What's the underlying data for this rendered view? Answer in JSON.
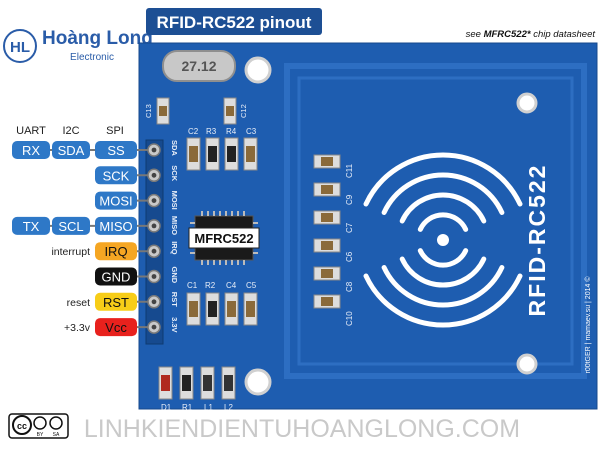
{
  "logo": {
    "company": "Hoàng Long",
    "subtitle": "Electronic",
    "monogram": "HL"
  },
  "header": {
    "title": "RFID-RC522 pinout",
    "datasheet_prefix": "see ",
    "datasheet_chip": "MFRC522*",
    "datasheet_suffix": " chip datasheet"
  },
  "columns": {
    "uart": "UART",
    "i2c": "I2C",
    "spi": "SPI"
  },
  "pins": [
    {
      "uart": "RX",
      "i2c": "SDA",
      "spi": "SS",
      "silk": "SDA",
      "style": "blue"
    },
    {
      "spi": "SCK",
      "silk": "SCK",
      "style": "blue"
    },
    {
      "spi": "MOSI",
      "silk": "MOSI",
      "style": "blue"
    },
    {
      "uart": "TX",
      "i2c": "SCL",
      "spi": "MISO",
      "silk": "MISO",
      "style": "blue"
    },
    {
      "note": "interrupt",
      "spi": "IRQ",
      "silk": "IRQ",
      "style": "orange"
    },
    {
      "spi": "GND",
      "silk": "GND",
      "style": "black"
    },
    {
      "note": "reset",
      "spi": "RST",
      "silk": "RST",
      "style": "yellow"
    },
    {
      "note": "+3.3v",
      "spi": "Vcc",
      "silk": "3.3V",
      "style": "red"
    }
  ],
  "board": {
    "chip_label": "MFRC522",
    "antenna_label": "RFID-RC522",
    "crystal_label": "27.12",
    "components": {
      "c13": "C13",
      "c12": "C12",
      "c2": "C2",
      "r3": "R3",
      "r4": "R4",
      "c3": "C3",
      "c1": "C1",
      "r2": "R2",
      "c4": "C4",
      "c5": "C5",
      "d1": "D1",
      "r1": "R1",
      "l1": "L1",
      "l2": "L2",
      "c11": "C11",
      "c9": "C9",
      "c7": "C7",
      "c6": "C6",
      "c8": "C8",
      "c10": "C10"
    },
    "vertical_credit": "r00tGER | mamaev.su | 2014 ©"
  },
  "footer": {
    "license_cc": "cc",
    "license_by": "BY",
    "license_sa": "SA",
    "watermark": "LINHKIENDIENTUHOANGLONG.COM"
  },
  "colors": {
    "board": "#1e5db0",
    "board_dark": "#174d96",
    "silk": "#e8eef8",
    "pad": "#c9c9c9",
    "pill_blue": "#2e78c7",
    "pill_orange": "#f5a623",
    "pill_black": "#111111",
    "pill_yellow": "#f7cd18",
    "pill_red": "#e8211d",
    "header_bg": "#1d4f94",
    "logo_blue": "#2a5ca8"
  }
}
